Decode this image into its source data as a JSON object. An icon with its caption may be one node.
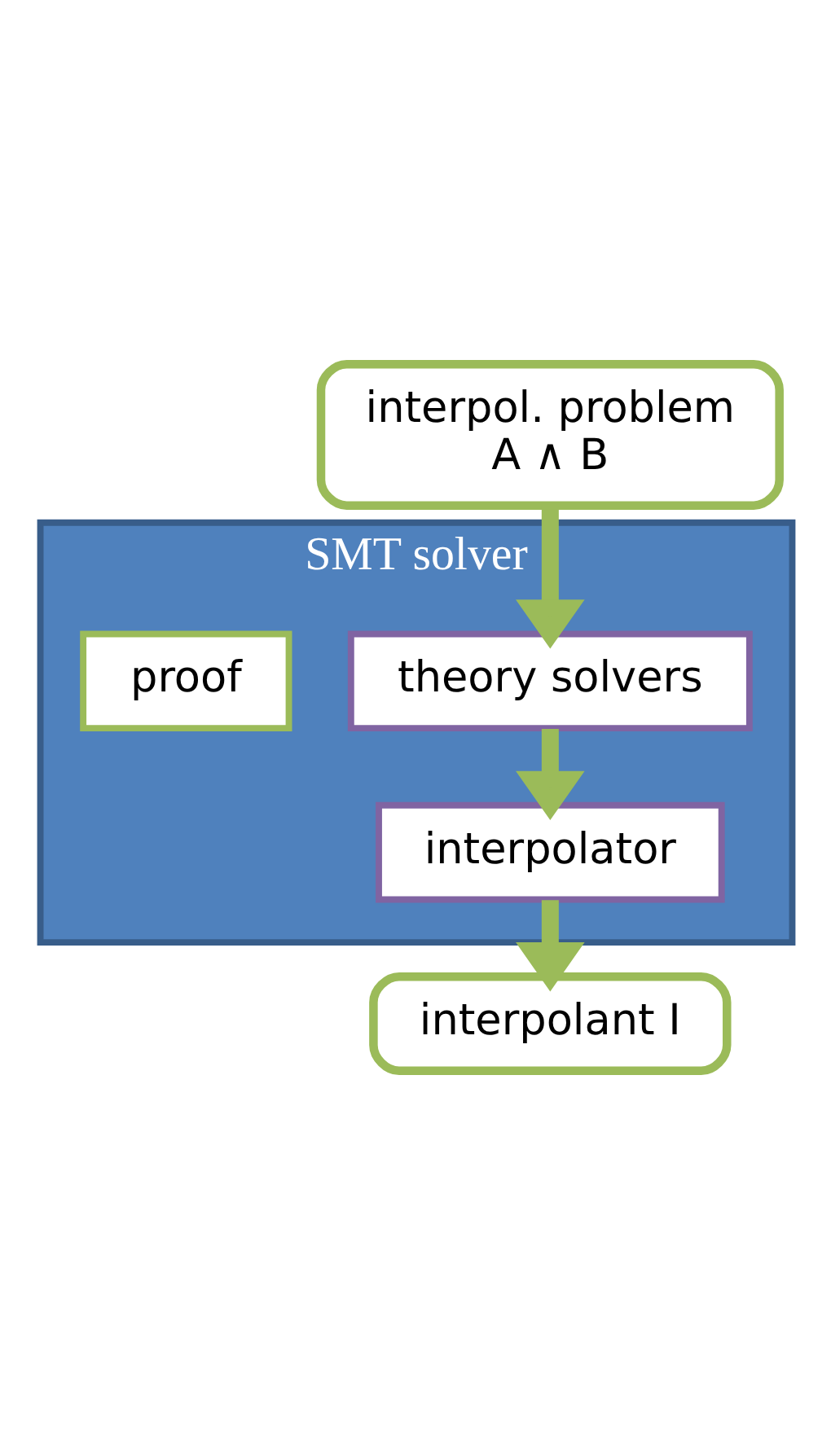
{
  "diagram": {
    "nodes": [
      {
        "text": [
          "interpol. problem",
          "A ∧ B"
        ]
      },
      {
        "text": [
          "SMT solver"
        ]
      },
      {
        "text": [
          "theory solvers"
        ],
        "in": 1
      },
      {
        "text": [
          "proof"
        ],
        "in": 1
      },
      {
        "text": [
          "interpolator"
        ],
        "in": 1
      },
      {
        "text": [
          "interpolant I"
        ]
      }
    ],
    "edges": [
      {
        "from": 0,
        "to": 2,
        "arrow": "to"
      },
      {
        "from": 2,
        "to": 4,
        "arrow": "to"
      },
      {
        "from": 4,
        "to": 5,
        "arrow": "to"
      }
    ]
  }
}
